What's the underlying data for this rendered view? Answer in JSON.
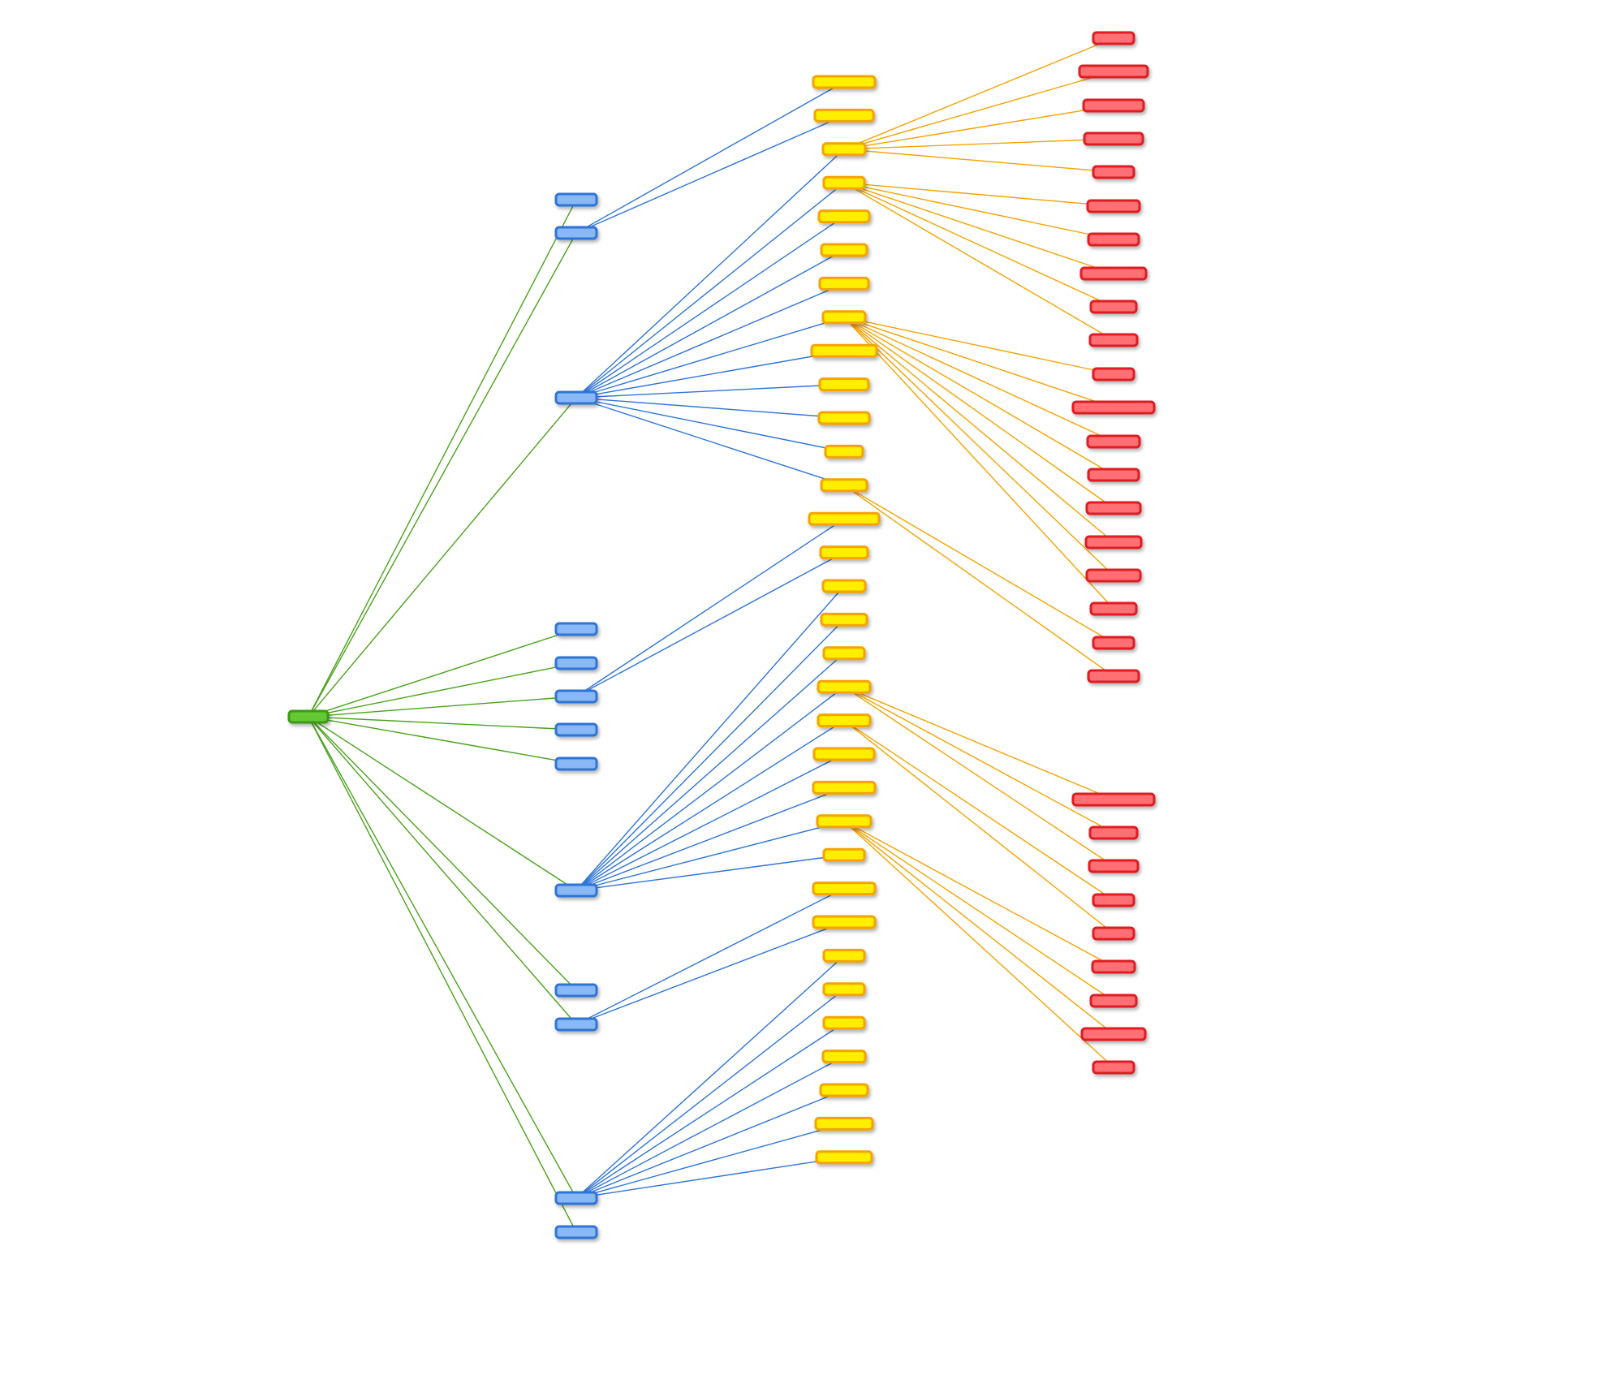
{
  "colors": {
    "level0": {
      "fill": "#64c832",
      "stroke": "#3a9a12",
      "edge": "#4aa31a"
    },
    "level1": {
      "fill": "#8ab8f4",
      "stroke": "#2f74d8",
      "edge": "#2f74d8"
    },
    "level2": {
      "fill": "#ffee00",
      "stroke": "#f5a300",
      "edge": "#f5a300"
    },
    "level3": {
      "fill": "#ff7075",
      "stroke": "#e01a22"
    }
  },
  "tree": {
    "level": 0,
    "children": [
      {
        "level": 1,
        "children": []
      },
      {
        "level": 1,
        "children": [
          {
            "level": 2,
            "children": []
          },
          {
            "level": 2,
            "children": []
          }
        ]
      },
      {
        "level": 1,
        "children": [
          {
            "level": 2,
            "children": [
              {
                "level": 3
              },
              {
                "level": 3
              },
              {
                "level": 3
              },
              {
                "level": 3
              },
              {
                "level": 3
              }
            ]
          },
          {
            "level": 2,
            "children": [
              {
                "level": 3
              },
              {
                "level": 3
              },
              {
                "level": 3
              },
              {
                "level": 3
              },
              {
                "level": 3
              }
            ]
          },
          {
            "level": 2,
            "children": []
          },
          {
            "level": 2,
            "children": []
          },
          {
            "level": 2,
            "children": []
          },
          {
            "level": 2,
            "children": [
              {
                "level": 3
              },
              {
                "level": 3
              },
              {
                "level": 3
              },
              {
                "level": 3
              },
              {
                "level": 3
              },
              {
                "level": 3
              },
              {
                "level": 3
              },
              {
                "level": 3
              }
            ]
          },
          {
            "level": 2,
            "children": []
          },
          {
            "level": 2,
            "children": []
          },
          {
            "level": 2,
            "children": []
          },
          {
            "level": 2,
            "children": []
          },
          {
            "level": 2,
            "children": [
              {
                "level": 3
              },
              {
                "level": 3
              }
            ]
          }
        ]
      },
      {
        "level": 1,
        "children": []
      },
      {
        "level": 1,
        "children": []
      },
      {
        "level": 1,
        "children": [
          {
            "level": 2,
            "children": []
          },
          {
            "level": 2,
            "children": []
          }
        ]
      },
      {
        "level": 1,
        "children": []
      },
      {
        "level": 1,
        "children": []
      },
      {
        "level": 1,
        "children": [
          {
            "level": 2,
            "children": []
          },
          {
            "level": 2,
            "children": []
          },
          {
            "level": 2,
            "children": []
          },
          {
            "level": 2,
            "children": [
              {
                "level": 3
              },
              {
                "level": 3
              },
              {
                "level": 3
              }
            ]
          },
          {
            "level": 2,
            "children": [
              {
                "level": 3
              },
              {
                "level": 3
              }
            ]
          },
          {
            "level": 2,
            "children": []
          },
          {
            "level": 2,
            "children": []
          },
          {
            "level": 2,
            "children": [
              {
                "level": 3
              },
              {
                "level": 3
              },
              {
                "level": 3
              },
              {
                "level": 3
              }
            ]
          },
          {
            "level": 2,
            "children": []
          }
        ]
      },
      {
        "level": 1,
        "children": []
      },
      {
        "level": 1,
        "children": [
          {
            "level": 2,
            "children": []
          },
          {
            "level": 2,
            "children": []
          }
        ]
      },
      {
        "level": 1,
        "children": [
          {
            "level": 2,
            "children": []
          },
          {
            "level": 2,
            "children": []
          },
          {
            "level": 2,
            "children": []
          },
          {
            "level": 2,
            "children": []
          },
          {
            "level": 2,
            "children": []
          },
          {
            "level": 2,
            "children": []
          },
          {
            "level": 2,
            "children": []
          }
        ]
      },
      {
        "level": 1,
        "children": []
      }
    ]
  }
}
